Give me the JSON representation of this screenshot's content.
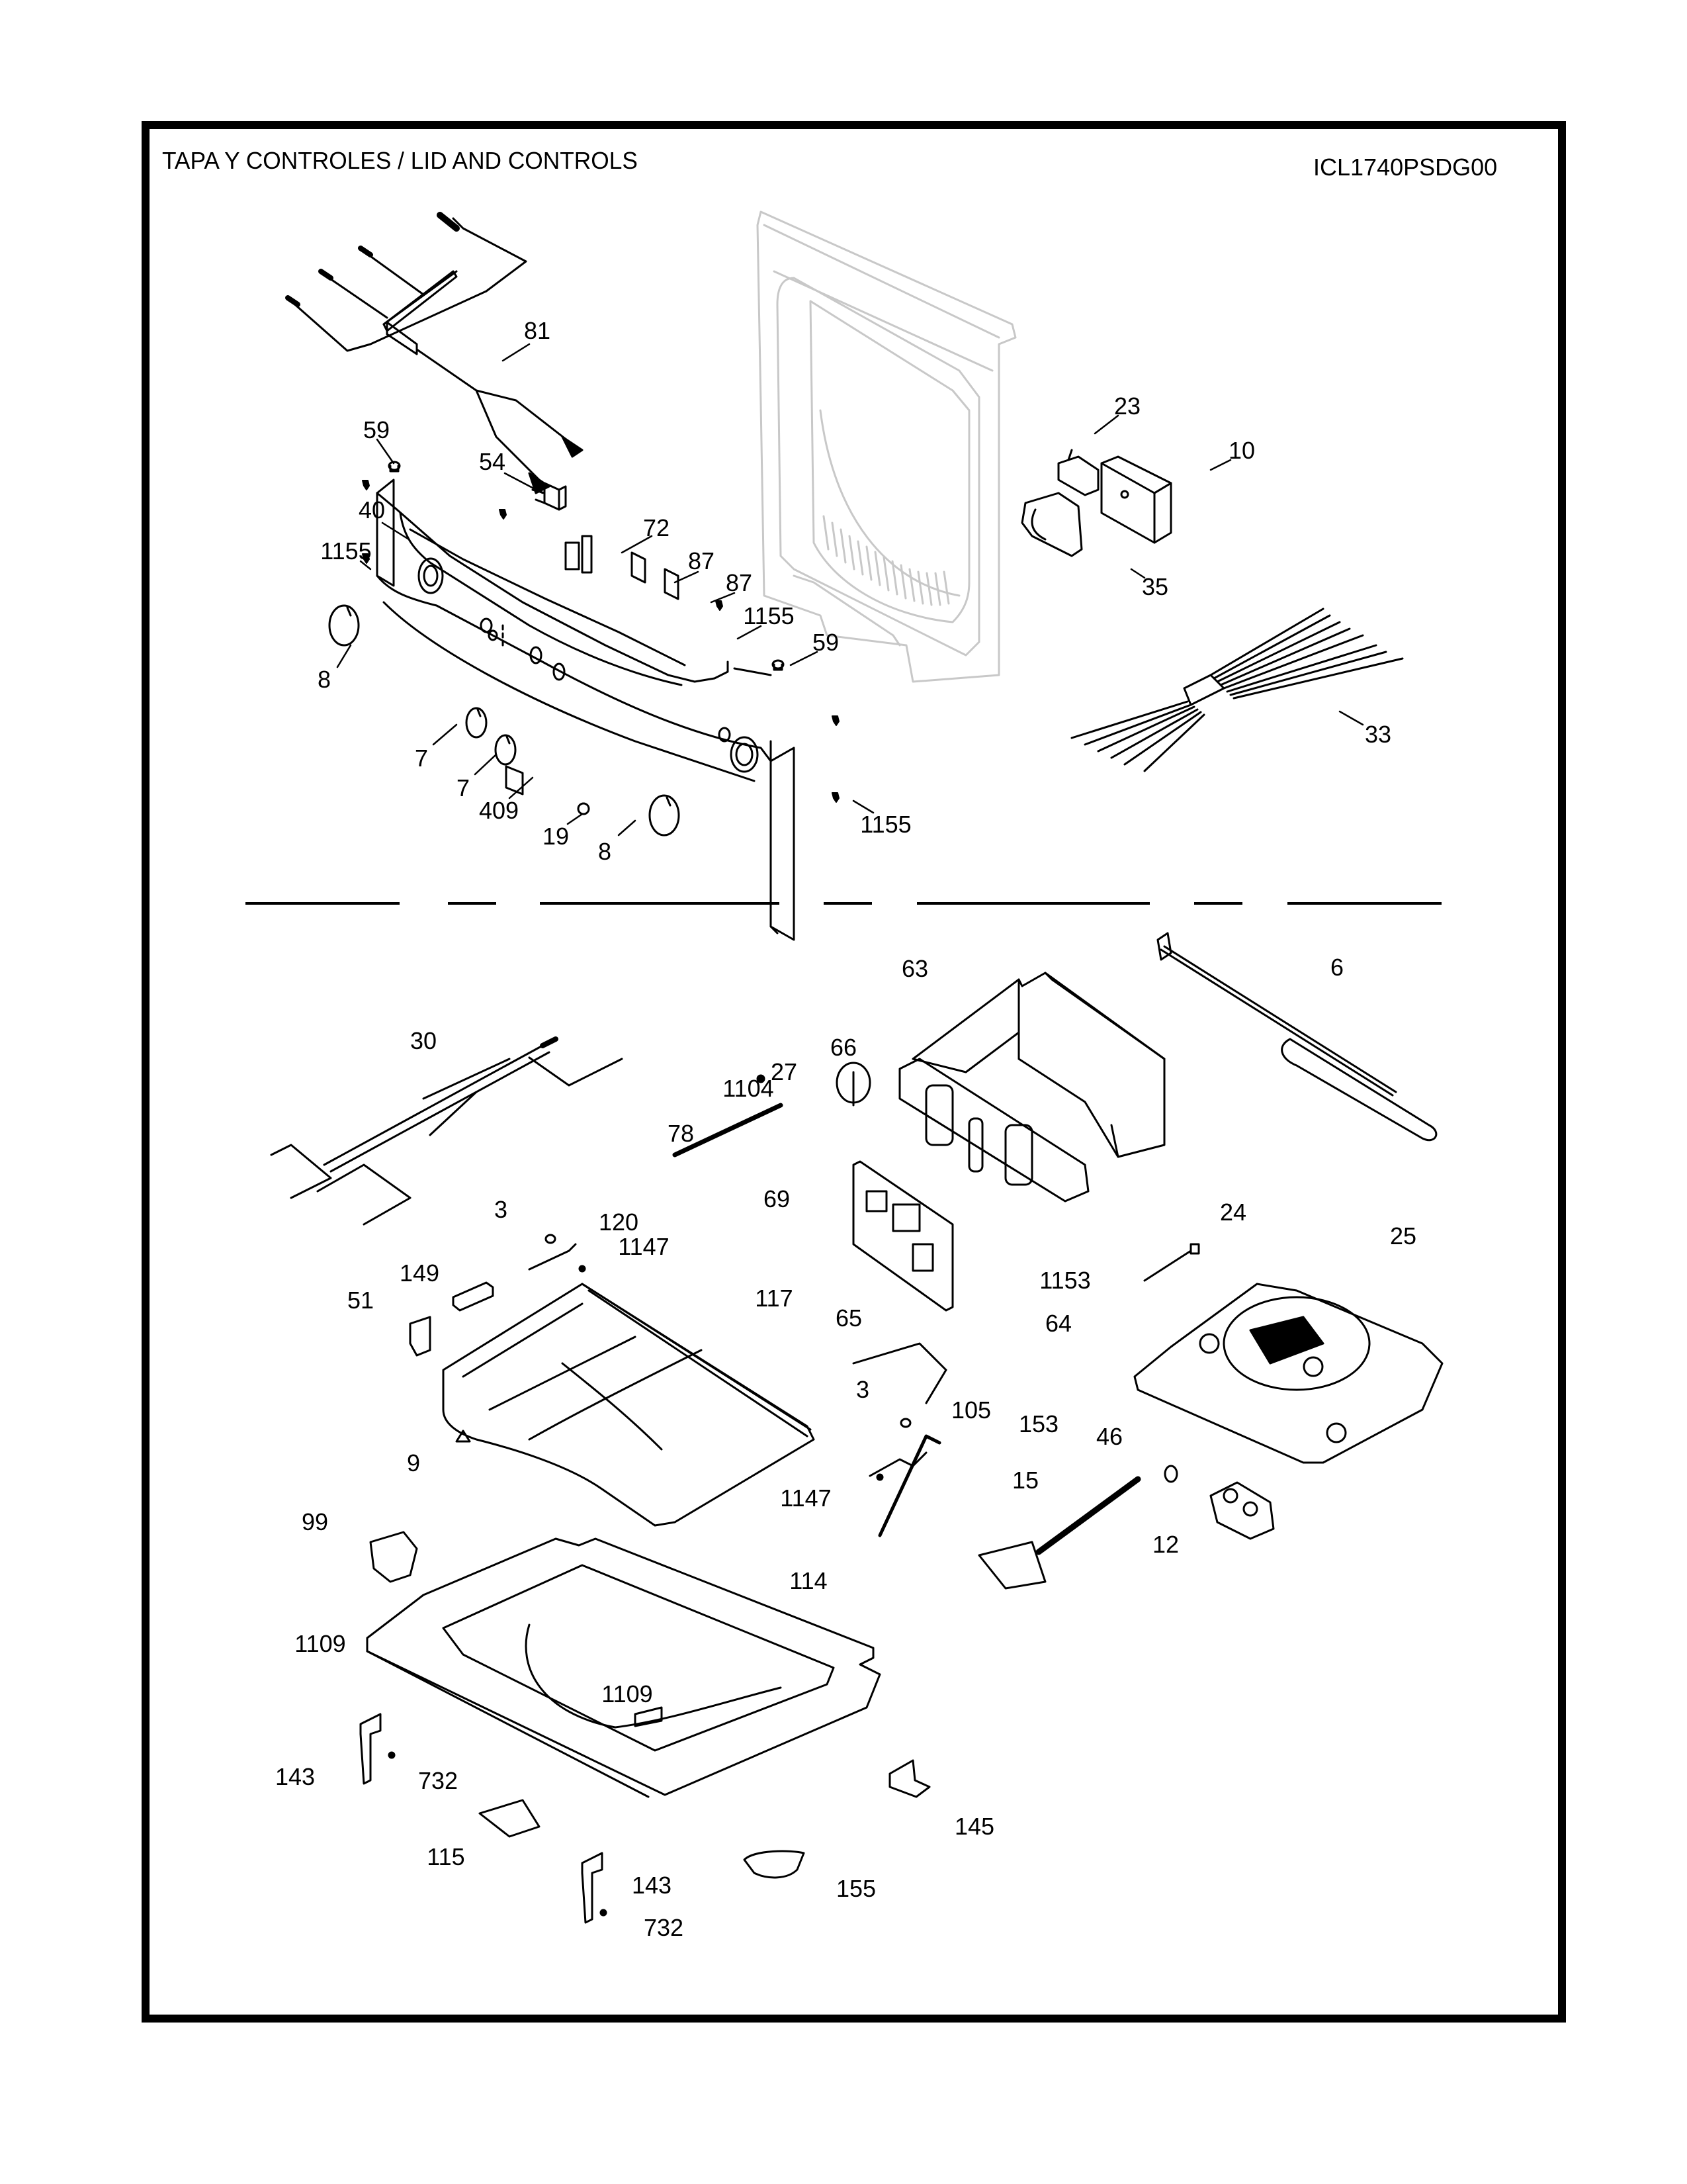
{
  "header": {
    "title": "TAPA Y  CONTROLES / LID AND CONTROLS",
    "model": "ICL1740PSDG00"
  },
  "sections": {
    "upper": "control panel and console components",
    "lower": "lid, top panel and internal controls"
  },
  "callouts": [
    {
      "id": "c81",
      "label": "81"
    },
    {
      "id": "c59a",
      "label": "59"
    },
    {
      "id": "c54",
      "label": "54"
    },
    {
      "id": "c40",
      "label": "40"
    },
    {
      "id": "c72",
      "label": "72"
    },
    {
      "id": "c1155a",
      "label": "1155"
    },
    {
      "id": "c87a",
      "label": "87"
    },
    {
      "id": "c87b",
      "label": "87"
    },
    {
      "id": "c1155b",
      "label": "1155"
    },
    {
      "id": "c59b",
      "label": "59"
    },
    {
      "id": "c8a",
      "label": "8"
    },
    {
      "id": "c7a",
      "label": "7"
    },
    {
      "id": "c7b",
      "label": "7"
    },
    {
      "id": "c409",
      "label": "409"
    },
    {
      "id": "c19",
      "label": "19"
    },
    {
      "id": "c1155c",
      "label": "1155"
    },
    {
      "id": "c8b",
      "label": "8"
    },
    {
      "id": "c23",
      "label": "23"
    },
    {
      "id": "c10",
      "label": "10"
    },
    {
      "id": "c35",
      "label": "35"
    },
    {
      "id": "c33",
      "label": "33"
    },
    {
      "id": "c63",
      "label": "63"
    },
    {
      "id": "c6",
      "label": "6"
    },
    {
      "id": "c30",
      "label": "30"
    },
    {
      "id": "c66",
      "label": "66"
    },
    {
      "id": "c1104",
      "label": "1104"
    },
    {
      "id": "c27",
      "label": "27"
    },
    {
      "id": "c78",
      "label": "78"
    },
    {
      "id": "c69",
      "label": "69"
    },
    {
      "id": "c3a",
      "label": "3"
    },
    {
      "id": "c120",
      "label": "120"
    },
    {
      "id": "c1147a",
      "label": "1147"
    },
    {
      "id": "c24",
      "label": "24"
    },
    {
      "id": "c25",
      "label": "25"
    },
    {
      "id": "c149",
      "label": "149"
    },
    {
      "id": "c1153",
      "label": "1153"
    },
    {
      "id": "c117",
      "label": "117"
    },
    {
      "id": "c51",
      "label": "51"
    },
    {
      "id": "c64",
      "label": "64"
    },
    {
      "id": "c65",
      "label": "65"
    },
    {
      "id": "c3b",
      "label": "3"
    },
    {
      "id": "c105",
      "label": "105"
    },
    {
      "id": "c153",
      "label": "153"
    },
    {
      "id": "c46",
      "label": "46"
    },
    {
      "id": "c9",
      "label": "9"
    },
    {
      "id": "c1147b",
      "label": "1147"
    },
    {
      "id": "c15",
      "label": "15"
    },
    {
      "id": "c12",
      "label": "12"
    },
    {
      "id": "c99",
      "label": "99"
    },
    {
      "id": "c114",
      "label": "114"
    },
    {
      "id": "c1109a",
      "label": "1109"
    },
    {
      "id": "c1109b",
      "label": "1109"
    },
    {
      "id": "c143a",
      "label": "143"
    },
    {
      "id": "c732a",
      "label": "732"
    },
    {
      "id": "c145",
      "label": "145"
    },
    {
      "id": "c115",
      "label": "115"
    },
    {
      "id": "c143b",
      "label": "143"
    },
    {
      "id": "c155",
      "label": "155"
    },
    {
      "id": "c732b",
      "label": "732"
    }
  ],
  "colors": {
    "ink": "#000000",
    "ghost": "#c8c8c8",
    "background": "#ffffff"
  }
}
